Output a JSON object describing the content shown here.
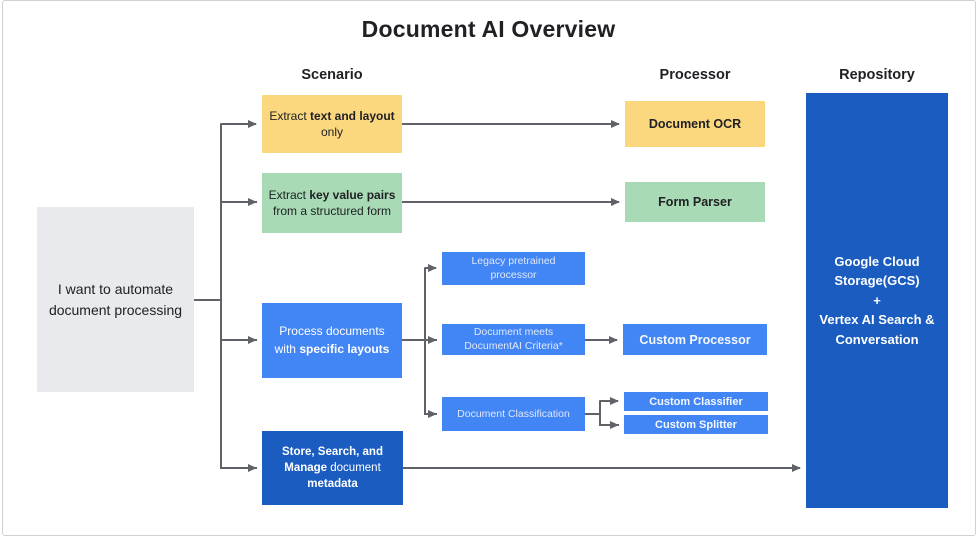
{
  "title": "Document AI Overview",
  "columns": {
    "scenario": "Scenario",
    "processor": "Processor",
    "repository": "Repository"
  },
  "start_box": {
    "text": "I want to automate document processing"
  },
  "nodes": {
    "extract_text": {
      "pre": "Extract ",
      "bold": "text and layout",
      "post": " only"
    },
    "document_ocr": {
      "label": "Document OCR"
    },
    "extract_pairs": {
      "pre": "Extract ",
      "bold": "key value pairs",
      "post": " from a structured form"
    },
    "form_parser": {
      "label": "Form Parser"
    },
    "process_layouts": {
      "pre": "Process documents with ",
      "bold": "specific layouts",
      "post": ""
    },
    "legacy_processor": {
      "label": "Legacy pretrained processor"
    },
    "criteria": {
      "label": "Document meets DocumentAI Criteria*"
    },
    "custom_processor": {
      "label": "Custom Processor"
    },
    "classification": {
      "label": "Document Classification"
    },
    "custom_classifier": {
      "label": "Custom Classifier"
    },
    "custom_splitter": {
      "label": "Custom Splitter"
    },
    "store_manage": {
      "bold1": "Store, Search, and Manage",
      "mid": " document ",
      "bold2": "metadata"
    },
    "repository": {
      "line1": "Google Cloud Storage(GCS)",
      "plus": "+",
      "line2": "Vertex AI Search & Conversation"
    }
  },
  "colors": {
    "yellow": "#FBD77E",
    "green": "#A8DAB5",
    "blue": "#4285F4",
    "dark-blue": "#1A5CC0",
    "line": "#5F6368",
    "ink": "#202124",
    "gray-box": "#E8EAED",
    "frame": "#CDD1D6"
  }
}
